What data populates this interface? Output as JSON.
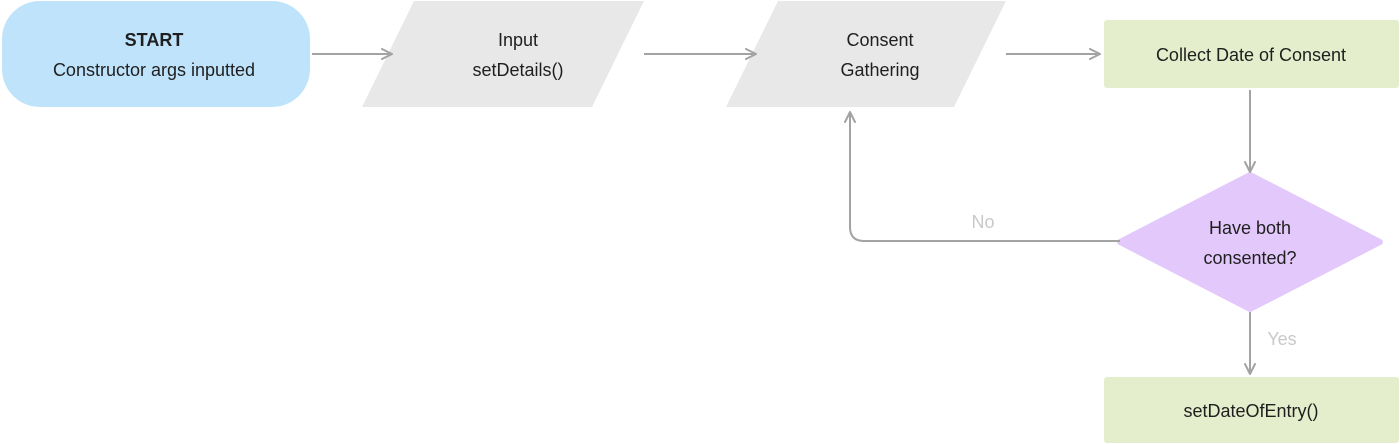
{
  "nodes": {
    "start": {
      "title": "START",
      "subtitle": "Constructor args inputted",
      "fill": "#bfe3fb"
    },
    "input": {
      "line1": "Input",
      "line2": "setDetails()",
      "fill": "#e8e8e8"
    },
    "consent_gathering": {
      "line1": "Consent",
      "line2": "Gathering",
      "fill": "#e8e8e8"
    },
    "collect_date": {
      "label": "Collect Date of Consent",
      "fill": "#e4edcc"
    },
    "decision": {
      "line1": "Have both",
      "line2": "consented?",
      "fill": "#e3c9fb"
    },
    "set_date_entry": {
      "label": "setDateOfEntry()",
      "fill": "#e4edcc"
    }
  },
  "edges": {
    "no_label": "No",
    "yes_label": "Yes",
    "color": "#a3a3a3"
  }
}
